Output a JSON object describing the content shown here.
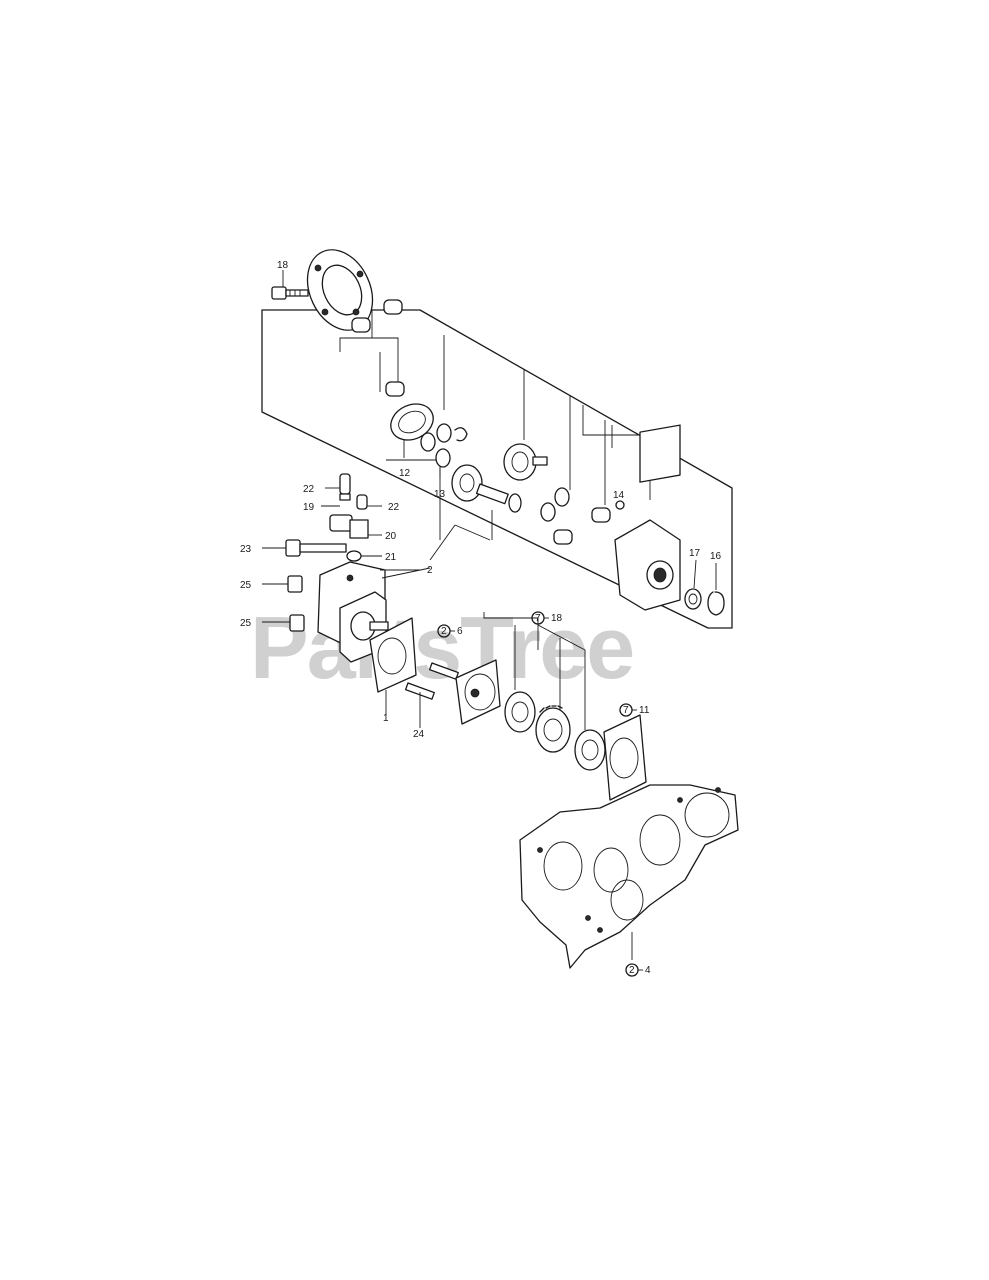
{
  "watermark": "PartsTree",
  "callouts": {
    "c18": "18",
    "c12": "12",
    "c13": "13",
    "c14": "14",
    "c17": "17",
    "c16": "16",
    "c22a": "22",
    "c19": "19",
    "c22b": "22",
    "c20": "20",
    "c21": "21",
    "c2": "2",
    "c23": "23",
    "c25a": "25",
    "c25b": "25",
    "c1": "1",
    "c24": "24",
    "ref_2_6": "2",
    "ref_2_6_sub": "6",
    "ref_7_18": "7",
    "ref_7_18_sub": "18",
    "ref_7_11": "7",
    "ref_7_11_sub": "11",
    "ref_2_4": "2",
    "ref_2_4_sub": "4"
  }
}
